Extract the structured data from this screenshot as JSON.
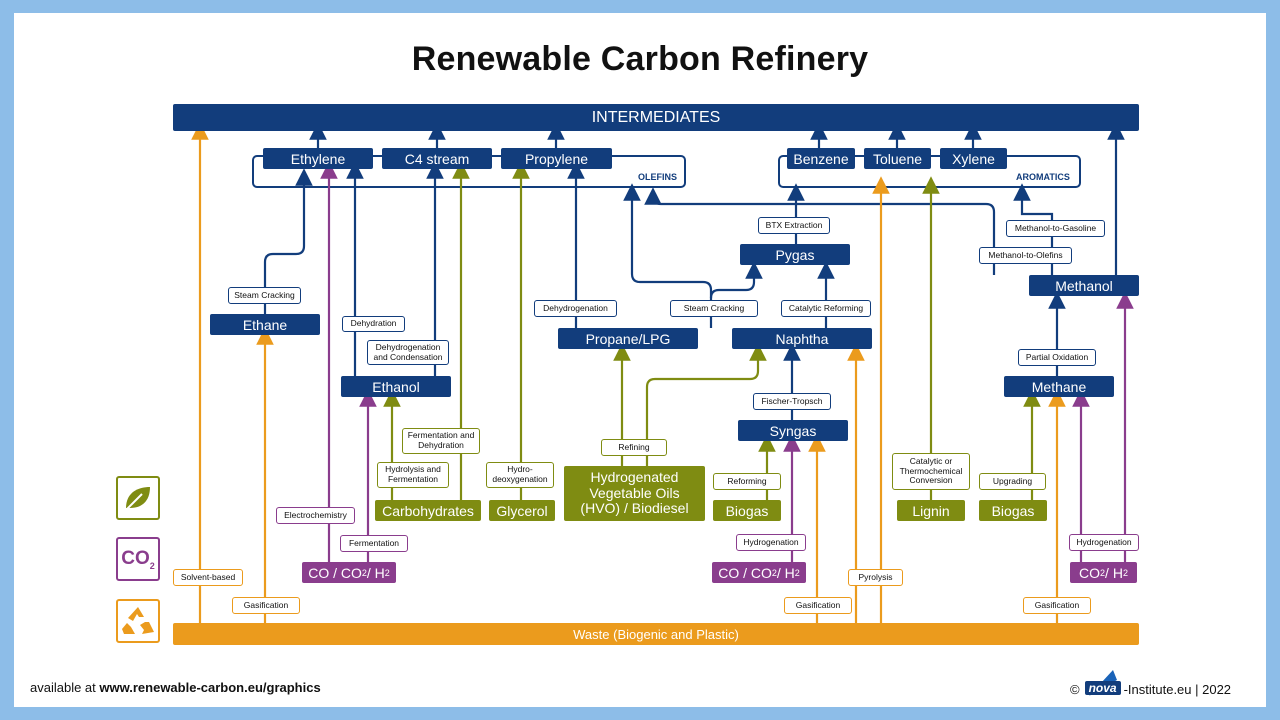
{
  "title": "Renewable Carbon Refinery",
  "bars": {
    "intermediates": "INTERMEDIATES",
    "waste": "Waste (Biogenic and Plastic)"
  },
  "groups": {
    "olefins": "OLEFINS",
    "aromatics": "AROMATICS"
  },
  "intermediate_nodes": {
    "ethylene": "Ethylene",
    "c4": "C4 stream",
    "propylene": "Propylene",
    "benzene": "Benzene",
    "toluene": "Toluene",
    "xylene": "Xylene",
    "pygas": "Pygas",
    "methanol": "Methanol",
    "ethane": "Ethane",
    "propane": "Propane/LPG",
    "naphtha": "Naphtha",
    "ethanol": "Ethanol",
    "methane": "Methane",
    "syngas": "Syngas"
  },
  "feedstocks": {
    "carbohydrates": "Carbohydrates",
    "glycerol": "Glycerol",
    "hvo": "Hydrogenated Vegetable Oils (HVO) / Biodiesel",
    "biogas1": "Biogas",
    "lignin": "Lignin",
    "biogas2": "Biogas",
    "co_co2_h2_a": "CO / CO2 / H2",
    "co_co2_h2_b": "CO / CO2 / H2",
    "co2_h2": "CO2 / H2"
  },
  "processes": {
    "steam_cracking_ethane": "Steam Cracking",
    "dehydration": "Dehydration",
    "dehydrogenation_condensation": "Dehydrogenation and Condensation",
    "fermentation_dehydration": "Fermentation and Dehydration",
    "hydrolysis_fermentation": "Hydrolysis and Fermentation",
    "hydrodeoxygenation": "Hydro- deoxygenation",
    "dehydrogenation": "Dehydrogenation",
    "steam_cracking_naphtha": "Steam Cracking",
    "catalytic_reforming": "Catalytic Reforming",
    "btx_extraction": "BTX Extraction",
    "methanol_to_gasoline": "Methanol-to-Gasoline",
    "methanol_to_olefins": "Methanol-to-Olefins",
    "partial_oxidation": "Partial Oxidation",
    "fischer_tropsch": "Fischer-Tropsch",
    "refining": "Refining",
    "reforming": "Reforming",
    "catalytic_thermochemical": "Catalytic or Thermochemical Conversion",
    "upgrading": "Upgrading",
    "electrochemistry": "Electrochemistry",
    "fermentation": "Fermentation",
    "hydrogenation_a": "Hydrogenation",
    "hydrogenation_b": "Hydrogenation",
    "solvent_based": "Solvent-based",
    "gasification_a": "Gasification",
    "gasification_b": "Gasification",
    "gasification_c": "Gasification",
    "pyrolysis": "Pyrolysis"
  },
  "icons": {
    "leaf": "leaf-icon",
    "co2": "CO2",
    "recycle": "recycle-icon"
  },
  "colors": {
    "navy": "#123d7c",
    "olive": "#7f8c12",
    "purple": "#8a3d8d",
    "orange": "#eb9b1d",
    "frame": "#8dbde8"
  },
  "footer": {
    "left_prefix": "available at ",
    "left_url": "www.renewable-carbon.eu/graphics",
    "right_copyright": "©",
    "right_brand": "nova",
    "right_suffix": "-Institute.eu | 2022"
  }
}
